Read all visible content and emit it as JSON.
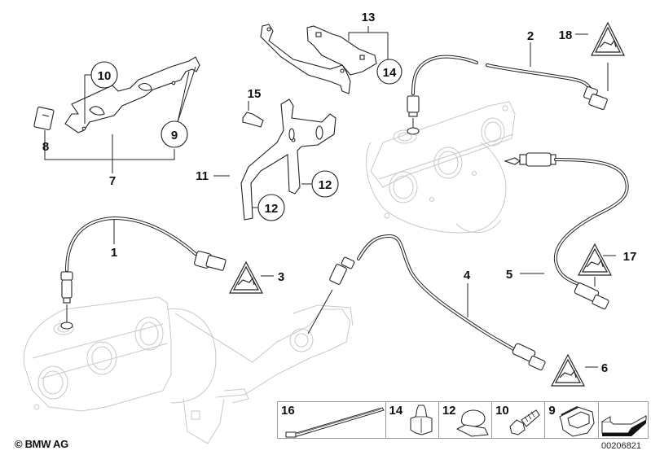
{
  "diagram": {
    "title": "Oxygen sensor / lambda probe parts diagram",
    "copyright": "© BMW AG",
    "diagram_id": "00206821",
    "callouts": [
      {
        "id": "c1",
        "label": "1"
      },
      {
        "id": "c2",
        "label": "2"
      },
      {
        "id": "c3",
        "label": "3"
      },
      {
        "id": "c4",
        "label": "4"
      },
      {
        "id": "c5",
        "label": "5"
      },
      {
        "id": "c6",
        "label": "6"
      },
      {
        "id": "c7",
        "label": "7"
      },
      {
        "id": "c8",
        "label": "8"
      },
      {
        "id": "c9",
        "label": "9"
      },
      {
        "id": "c10",
        "label": "10"
      },
      {
        "id": "c11",
        "label": "11"
      },
      {
        "id": "c12a",
        "label": "12"
      },
      {
        "id": "c12b",
        "label": "12"
      },
      {
        "id": "c13",
        "label": "13"
      },
      {
        "id": "c14",
        "label": "14"
      },
      {
        "id": "c15",
        "label": "15"
      },
      {
        "id": "c17",
        "label": "17"
      },
      {
        "id": "c18",
        "label": "18"
      }
    ],
    "circled_labels": [
      "10",
      "9",
      "14",
      "12",
      "12"
    ]
  },
  "parts_strip": {
    "cells": [
      {
        "label": "16",
        "icon": "cable-tie-icon"
      },
      {
        "label": "14",
        "icon": "clip-icon"
      },
      {
        "label": "12",
        "icon": "clamp-icon"
      },
      {
        "label": "10",
        "icon": "bolt-icon"
      },
      {
        "label": "9",
        "icon": "retainer-clip-icon"
      },
      {
        "label": "",
        "icon": "arrow-icon"
      }
    ]
  }
}
